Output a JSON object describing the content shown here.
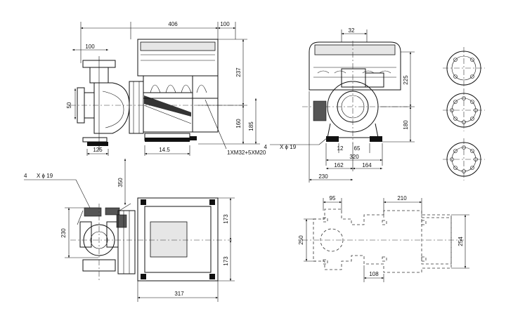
{
  "front_view": {
    "dims": {
      "overall": "406",
      "right_ext": "100",
      "inlet": "100",
      "port_dia": "50",
      "base_left": "125",
      "base_mid": "14.5",
      "motor_height": "237",
      "height_low": "160",
      "height_high": "185"
    },
    "cable_label": "1XM32+5XM20"
  },
  "side_view": {
    "dims": {
      "top": "32",
      "right_height": "225",
      "right_height_low": "180",
      "a": "12",
      "b": "65",
      "c": "320",
      "d": "162",
      "e": "164",
      "f": "230"
    },
    "bolt_label": "4",
    "bolt_size": "X ϕ 19"
  },
  "top_view": {
    "bolt_label": "4",
    "bolt_size": "X ϕ 19",
    "dims": {
      "vertical": "350",
      "left": "230",
      "upper_right": "173",
      "lower_right": "173",
      "bottom": "317"
    }
  },
  "outline_view": {
    "dims": {
      "top_left": "95",
      "top_right": "210",
      "left_height": "250",
      "right_height": "254",
      "bottom": "108"
    }
  },
  "flanges": {
    "count": 3
  }
}
